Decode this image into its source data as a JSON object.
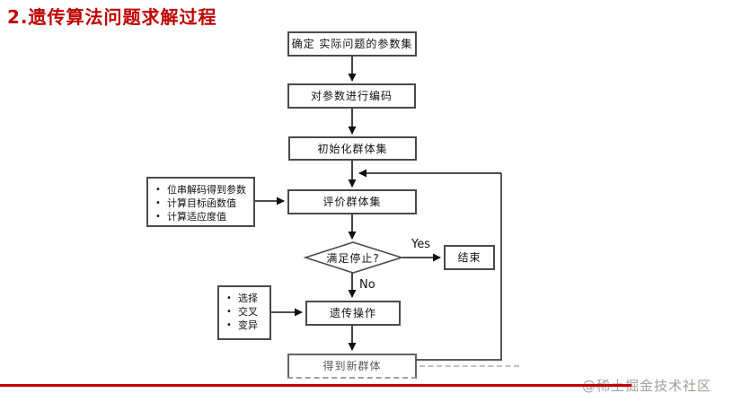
{
  "page": {
    "title": "2.遗传算法问题求解过程",
    "title_color": "#c00000",
    "divider_color": "#c00000",
    "watermark": "@稀土掘金技术社区",
    "bullet": "•"
  },
  "flowchart": {
    "nodes": {
      "determine_params": "确定 实际问题的参数集",
      "encode_params": "对参数进行编码",
      "init_population": "初始化群体集",
      "evaluate_population": "评价群体集",
      "stop_condition": "满足停止?",
      "end": "结束",
      "genetic_operation": "遗传操作",
      "new_population": "得到新群体"
    },
    "edge_labels": {
      "yes": "Yes",
      "no": "No"
    },
    "evaluate_notes": {
      "items": [
        "位串解码得到参数",
        "计算目标函数值",
        "计算适应度值"
      ]
    },
    "genetic_notes": {
      "items": [
        "选择",
        "交叉",
        "变异"
      ]
    }
  }
}
